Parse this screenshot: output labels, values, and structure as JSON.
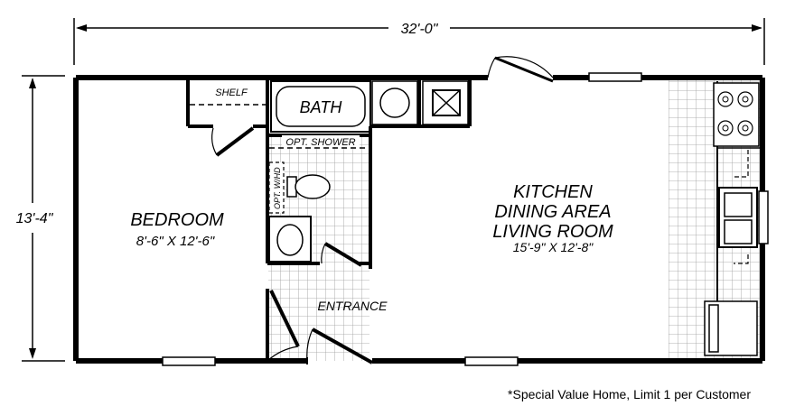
{
  "dimensions": {
    "width": "32'-0\"",
    "height": "13'-4\""
  },
  "rooms": {
    "bedroom": {
      "name": "BEDROOM",
      "size": "8'-6\" X 12'-6\""
    },
    "bath": {
      "name": "BATH"
    },
    "shelf": {
      "name": "SHELF"
    },
    "opt_shower": {
      "name": "OPT. SHOWER"
    },
    "opt_whd": {
      "name": "OPT. W/HD"
    },
    "entrance": {
      "name": "ENTRANCE"
    },
    "main": {
      "line1": "KITCHEN",
      "line2": "DINING AREA",
      "line3": "LIVING ROOM",
      "size": "15'-9\" X 12'-8\""
    }
  },
  "footnote": "*Special Value Home, Limit 1 per Customer",
  "colors": {
    "wall": "#000000",
    "grid": "#9a9a9a",
    "background": "#ffffff"
  }
}
